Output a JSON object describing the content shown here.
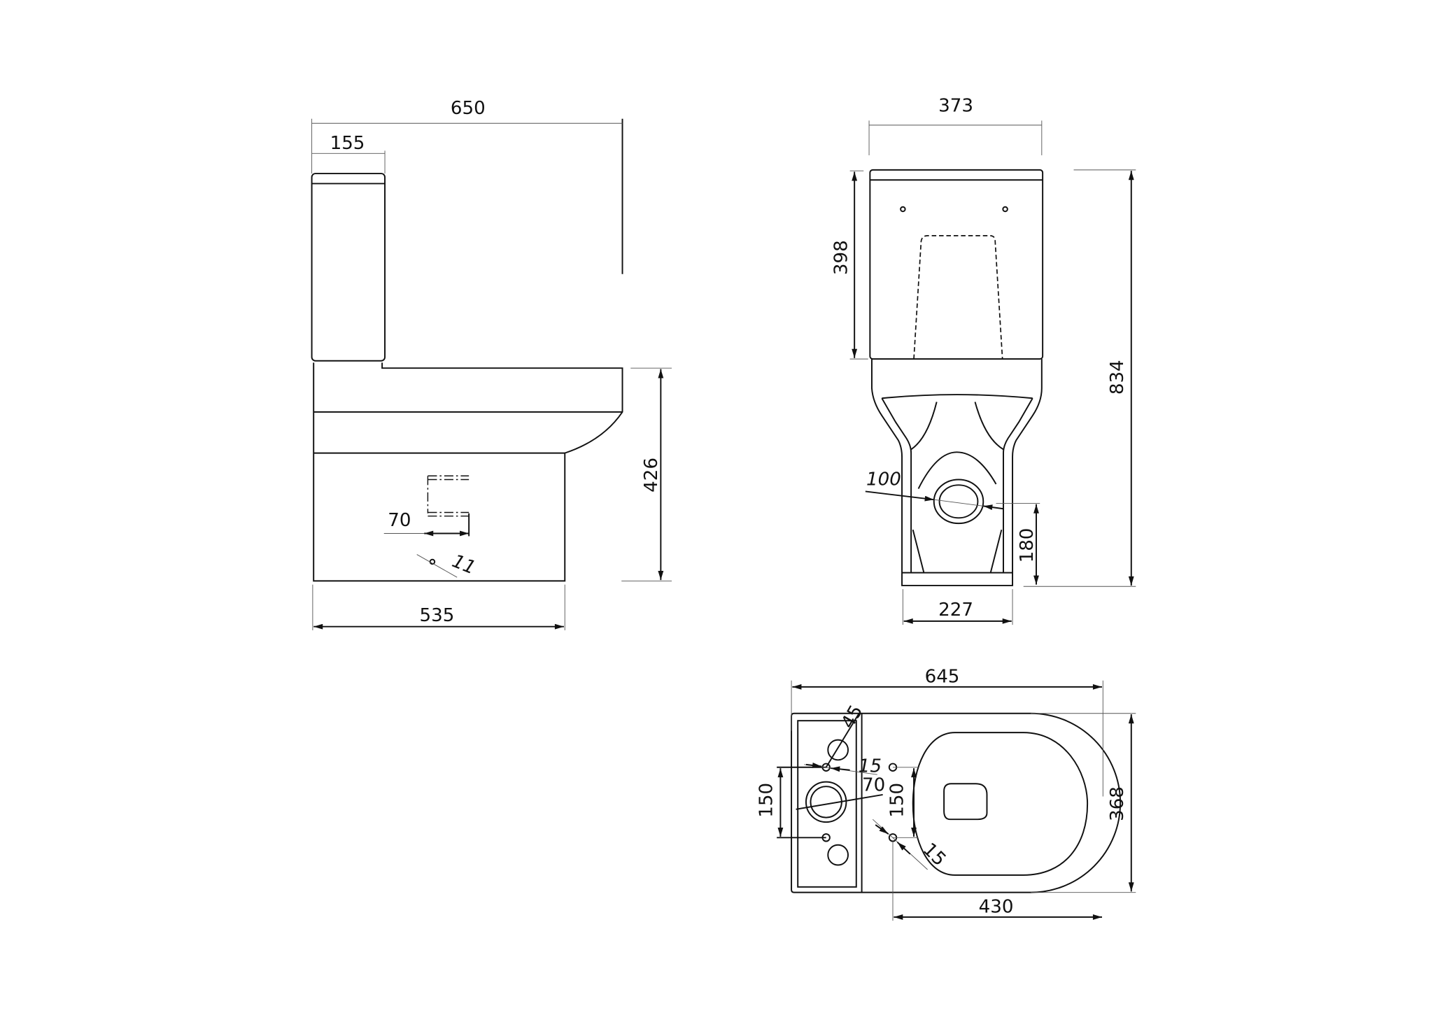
{
  "drawing": {
    "side_view": {
      "overall_length": "650",
      "tank_depth": "155",
      "pan_height": "426",
      "base_length": "535",
      "outlet_offset": "70",
      "fixing_hole": "11"
    },
    "front_view": {
      "width": "373",
      "tank_height": "398",
      "overall_height": "834",
      "outlet_diameter": "100",
      "outlet_height": "180",
      "base_width": "227"
    },
    "top_view": {
      "overall_length": "645",
      "width": "368",
      "bowl_length": "430",
      "tank_hole_spacing": "150",
      "pan_hole_spacing": "150",
      "tank_hole_dia": "15",
      "pan_hole_dia": "15",
      "inlet_dia": "70",
      "button_dia": "45"
    }
  }
}
